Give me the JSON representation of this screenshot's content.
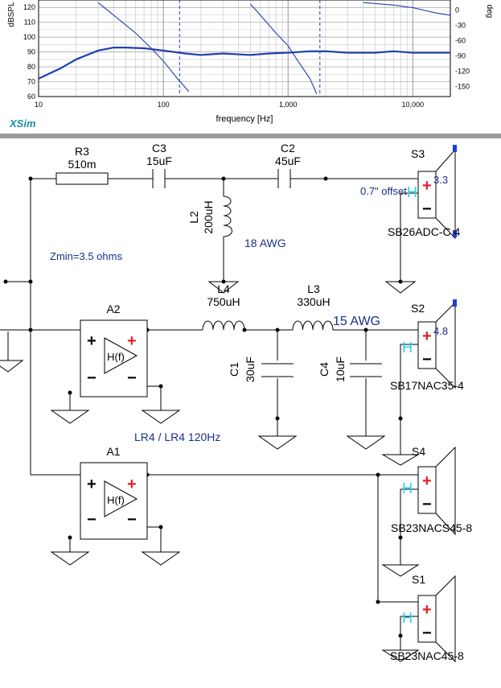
{
  "app": {
    "brand": "XSim",
    "brand_color": "#1b8fa3"
  },
  "chart_data": {
    "type": "line",
    "xlabel": "frequency [Hz]",
    "x_scale": "log",
    "xlim": [
      10,
      20000
    ],
    "x_ticks": [
      "10",
      "100",
      "1,000",
      "10,000"
    ],
    "ylabel": "dBSPL",
    "ylim": [
      60,
      125
    ],
    "y_ticks": [
      "60",
      "70",
      "80",
      "90",
      "100",
      "110",
      "120"
    ],
    "y2label": "deg",
    "y2lim": [
      -170,
      20
    ],
    "y2_ticks": [
      "0",
      "-30",
      "-60",
      "-90",
      "-120",
      "-150"
    ],
    "grid": true,
    "series": [
      {
        "axis": "left",
        "color": "#1f3fb0",
        "points": [
          [
            10,
            72
          ],
          [
            15,
            79
          ],
          [
            20,
            85
          ],
          [
            30,
            91
          ],
          [
            40,
            93
          ],
          [
            50,
            93
          ],
          [
            70,
            92.5
          ],
          [
            100,
            91
          ],
          [
            150,
            89
          ],
          [
            200,
            88
          ],
          [
            300,
            89
          ],
          [
            500,
            88
          ],
          [
            700,
            89
          ],
          [
            1000,
            89.5
          ],
          [
            1500,
            90.5
          ],
          [
            2000,
            90.5
          ],
          [
            3000,
            89.5
          ],
          [
            5000,
            89.5
          ],
          [
            7000,
            90.5
          ],
          [
            10000,
            89.5
          ],
          [
            15000,
            89.5
          ],
          [
            20000,
            89.5
          ]
        ]
      },
      {
        "axis": "right",
        "color": "#1f3fb0",
        "points": [
          [
            30,
            15
          ],
          [
            40,
            -10
          ],
          [
            60,
            -45
          ],
          [
            80,
            -75
          ],
          [
            100,
            -100
          ],
          [
            130,
            -135
          ],
          [
            160,
            -160
          ]
        ]
      },
      {
        "axis": "right",
        "color": "#1f3fb0",
        "points": [
          [
            500,
            12
          ],
          [
            600,
            -10
          ],
          [
            800,
            -45
          ],
          [
            1000,
            -70
          ],
          [
            1200,
            -100
          ],
          [
            1500,
            -135
          ],
          [
            1700,
            -165
          ]
        ]
      },
      {
        "axis": "right",
        "color": "#1f3fb0",
        "points": [
          [
            4000,
            15
          ],
          [
            7000,
            10
          ],
          [
            10000,
            5
          ],
          [
            15000,
            -5
          ],
          [
            20000,
            -10
          ]
        ]
      }
    ]
  },
  "schematic": {
    "texts": [
      {
        "id": "r3-name",
        "text": "R3"
      },
      {
        "id": "r3-value",
        "text": "510m"
      },
      {
        "id": "c3-name",
        "text": "C3"
      },
      {
        "id": "c3-value",
        "text": "15uF"
      },
      {
        "id": "c2-name",
        "text": "C2"
      },
      {
        "id": "c2-value",
        "text": "45uF"
      },
      {
        "id": "s3-name",
        "text": "S3"
      },
      {
        "id": "s3-gain",
        "text": "3.3"
      },
      {
        "id": "s3-offset",
        "text": "0.7\" offset"
      },
      {
        "id": "s3-model",
        "text": "SB26ADC-C 4"
      },
      {
        "id": "l2-name",
        "text": "L2"
      },
      {
        "id": "l2-value",
        "text": "200uH"
      },
      {
        "id": "l2-wire",
        "text": "18 AWG"
      },
      {
        "id": "zmin",
        "text": "Zmin=3.5 ohms"
      },
      {
        "id": "l4-name",
        "text": "L4"
      },
      {
        "id": "l4-value",
        "text": "750uH"
      },
      {
        "id": "l3-name",
        "text": "L3"
      },
      {
        "id": "l3-value",
        "text": "330uH"
      },
      {
        "id": "l3-wire",
        "text": "15 AWG"
      },
      {
        "id": "a2-name",
        "text": "A2"
      },
      {
        "id": "a2-hf",
        "text": "H(f)"
      },
      {
        "id": "s2-name",
        "text": "S2"
      },
      {
        "id": "s2-gain",
        "text": "4.8"
      },
      {
        "id": "s2-model",
        "text": "SB17NAC35-4"
      },
      {
        "id": "c1-name",
        "text": "C1"
      },
      {
        "id": "c1-value",
        "text": "30uF"
      },
      {
        "id": "c4-name",
        "text": "C4"
      },
      {
        "id": "c4-value",
        "text": "10uF"
      },
      {
        "id": "crossover",
        "text": "LR4 /  LR4  120Hz"
      },
      {
        "id": "a1-name",
        "text": "A1"
      },
      {
        "id": "a1-hf",
        "text": "H(f)"
      },
      {
        "id": "s4-name",
        "text": "S4"
      },
      {
        "id": "s4-model",
        "text": "SB23NACS45-8"
      },
      {
        "id": "s1-name",
        "text": "S1"
      },
      {
        "id": "s1-model",
        "text": "SB23NAC45-8"
      }
    ],
    "symbols": {
      "plus": "+",
      "minus": "−",
      "heat": "H"
    },
    "colors": {
      "wire": "#000000",
      "annotation": "#1c2f8c",
      "polarity": "#e0202a",
      "highlight": "#22d3ee"
    }
  }
}
